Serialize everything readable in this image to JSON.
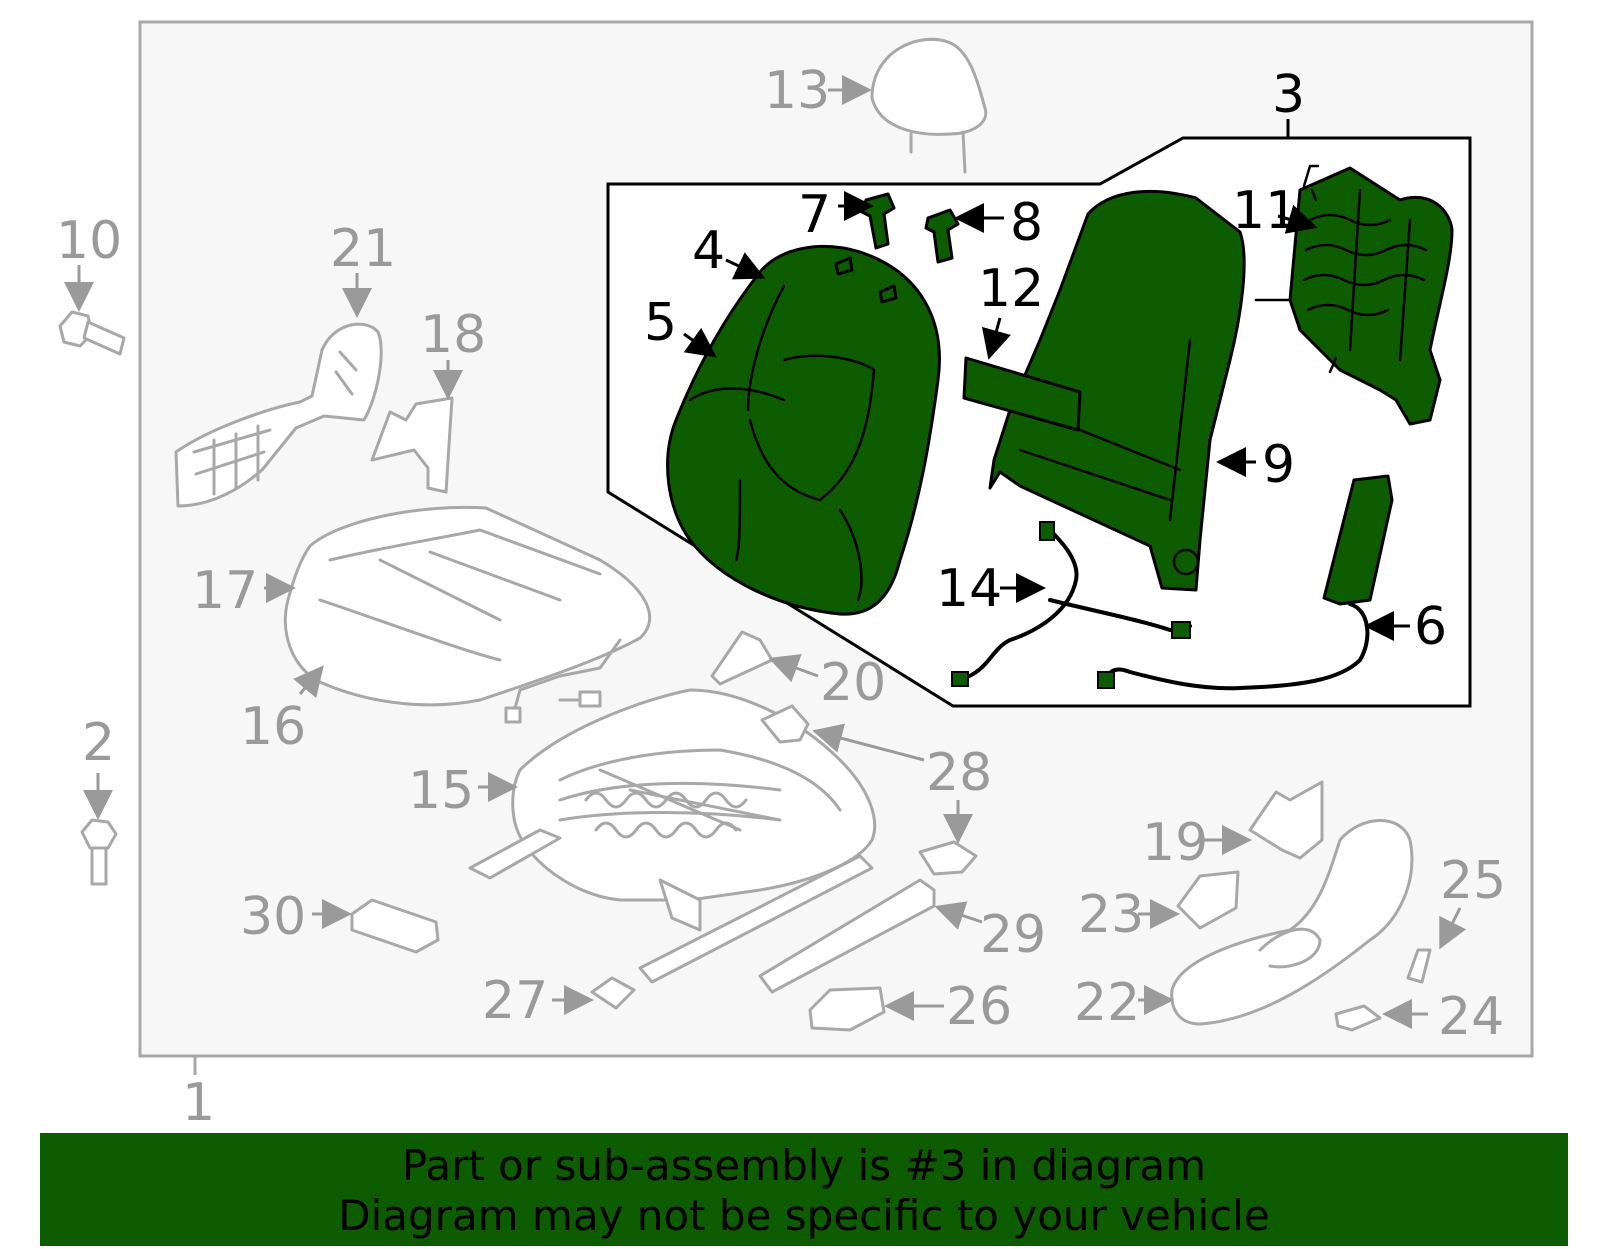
{
  "colors": {
    "highlight_fill": "#0d5c00",
    "banner_background": "#0d5c00",
    "ghost_outline": "#a8a8a8",
    "label_grey": "#9a9a9a",
    "frame_background": "#f7f7f7"
  },
  "labels": {
    "p1": "1",
    "p2": "2",
    "p3": "3",
    "p4": "4",
    "p5": "5",
    "p6": "6",
    "p7": "7",
    "p8": "8",
    "p9": "9",
    "p10": "10",
    "p11": "11",
    "p12": "12",
    "p13": "13",
    "p14": "14",
    "p15": "15",
    "p16": "16",
    "p17": "17",
    "p18": "18",
    "p19": "19",
    "p20": "20",
    "p21": "21",
    "p22": "22",
    "p23": "23",
    "p24": "24",
    "p25": "25",
    "p26": "26",
    "p27": "27",
    "p28": "28",
    "p29": "29",
    "p30": "30"
  },
  "banner": {
    "line1": "Part or sub-assembly is #3 in diagram",
    "line2": "Diagram may not be specific to your vehicle"
  }
}
